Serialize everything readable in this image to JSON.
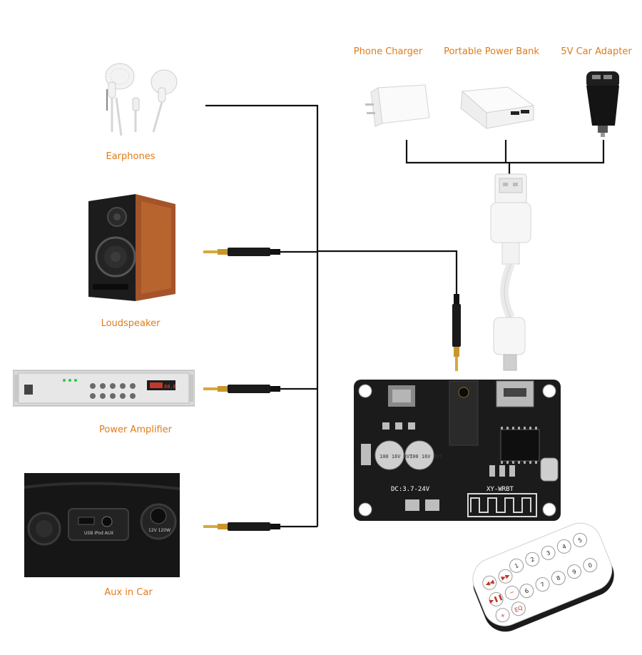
{
  "devices": {
    "earphones": "Earphones",
    "loudspeaker": "Loudspeaker",
    "power_amplifier": "Power Amplifier",
    "aux_in_car": "Aux in Car"
  },
  "power_sources": {
    "phone_charger": "Phone Charger",
    "power_bank": "Portable Power Bank",
    "car_adapter": "5V Car Adapter"
  },
  "board": {
    "model": "XY-WRBT",
    "voltage": "DC:3.7-24V",
    "cap1": "100 16V RVT",
    "cap2": "100 16V RVT"
  },
  "car_panel": {
    "port_text": "USB iPod AUX",
    "socket_text": "12V 120W"
  },
  "amp_display": "88.8",
  "remote": {
    "numbers": [
      "1",
      "2",
      "3",
      "4",
      "5",
      "6",
      "7",
      "8",
      "9",
      "0"
    ],
    "controls": [
      "◀◀",
      "▶▶",
      "▶❚❚",
      "−",
      "+",
      "EQ"
    ]
  },
  "colors": {
    "label": "#e07b1a",
    "wire": "#111111",
    "board": "#1b1b1b"
  }
}
